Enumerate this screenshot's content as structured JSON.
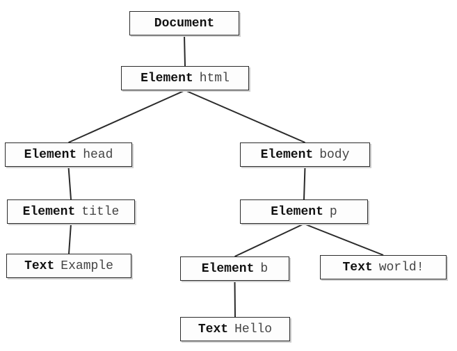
{
  "nodes": [
    {
      "id": "document",
      "type": "Document",
      "value": ""
    },
    {
      "id": "html",
      "type": "Element",
      "value": "html"
    },
    {
      "id": "head",
      "type": "Element",
      "value": "head"
    },
    {
      "id": "body",
      "type": "Element",
      "value": "body"
    },
    {
      "id": "title",
      "type": "Element",
      "value": "title"
    },
    {
      "id": "p",
      "type": "Element",
      "value": "p"
    },
    {
      "id": "text-example",
      "type": "Text",
      "value": "Example"
    },
    {
      "id": "b",
      "type": "Element",
      "value": "b"
    },
    {
      "id": "text-world",
      "type": "Text",
      "value": "world!"
    },
    {
      "id": "text-hello",
      "type": "Text",
      "value": "Hello"
    }
  ],
  "edges": [
    [
      "document",
      "html"
    ],
    [
      "html",
      "head"
    ],
    [
      "html",
      "body"
    ],
    [
      "head",
      "title"
    ],
    [
      "title",
      "text-example"
    ],
    [
      "body",
      "p"
    ],
    [
      "p",
      "b"
    ],
    [
      "p",
      "text-world"
    ],
    [
      "b",
      "text-hello"
    ]
  ],
  "colors": {
    "line": "#2a2a2a",
    "border": "#2a2a2a",
    "text": "#111111"
  }
}
